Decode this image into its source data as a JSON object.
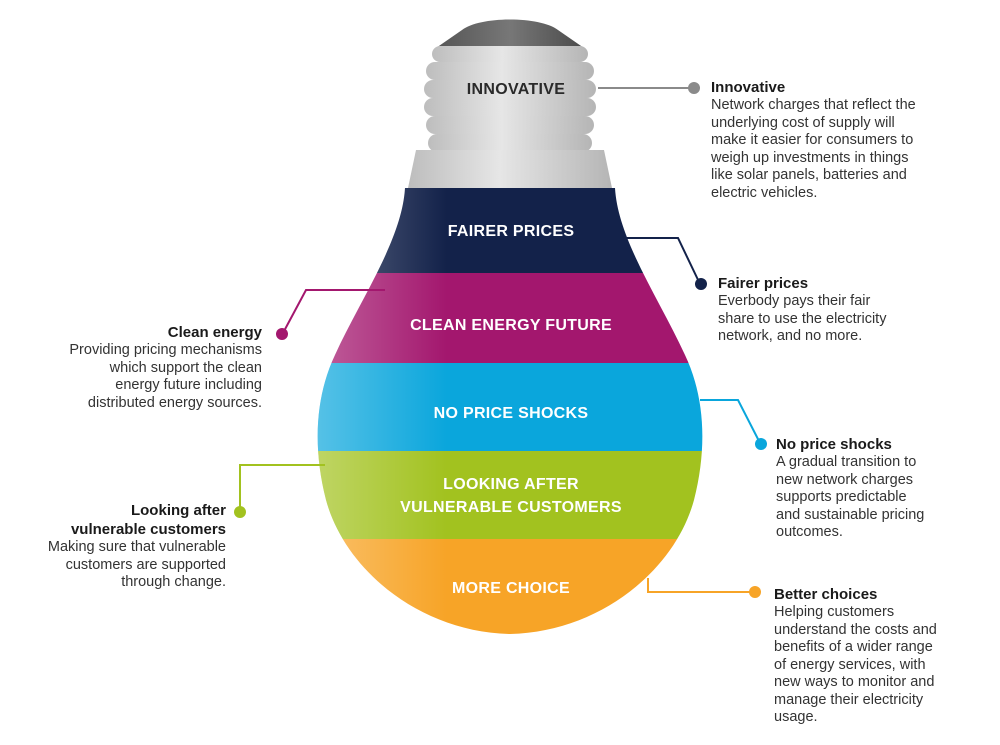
{
  "bulb": {
    "bands": [
      {
        "label_lines": [
          "INNOVATIVE"
        ],
        "color": "#c9c9c9"
      },
      {
        "label_lines": [
          "FAIRER PRICES"
        ],
        "color": "#13224a"
      },
      {
        "label_lines": [
          "CLEAN ENERGY FUTURE"
        ],
        "color": "#a3176e"
      },
      {
        "label_lines": [
          "NO PRICE SHOCKS"
        ],
        "color": "#0aa6dc"
      },
      {
        "label_lines": [
          "LOOKING AFTER",
          "VULNERABLE CUSTOMERS"
        ],
        "color": "#a2c21f"
      },
      {
        "label_lines": [
          "MORE CHOICE"
        ],
        "color": "#f7a427"
      }
    ]
  },
  "callouts": {
    "innovative": {
      "title": "Innovative",
      "lines": [
        "Network charges that reflect the",
        "underlying cost of supply will",
        "make it easier for consumers to",
        "weigh up investments in things",
        "like solar panels, batteries and",
        "electric vehicles."
      ],
      "color": "#8a8a8a"
    },
    "fairer": {
      "title": "Fairer prices",
      "lines": [
        "Everbody pays their fair",
        "share to use the electricity",
        "network, and no more."
      ],
      "color": "#13224a"
    },
    "clean": {
      "title": "Clean energy",
      "lines": [
        "Providing pricing mechanisms",
        "which support the clean",
        "energy future including",
        "distributed energy sources."
      ],
      "color": "#a3176e"
    },
    "shocks": {
      "title": "No price shocks",
      "lines": [
        "A gradual transition to",
        "new network charges",
        "supports predictable",
        "and sustainable pricing",
        "outcomes."
      ],
      "color": "#0aa6dc"
    },
    "vulnerable": {
      "title_lines": [
        "Looking after",
        "vulnerable customers"
      ],
      "lines": [
        "Making sure that vulnerable",
        "customers are supported",
        "through change."
      ],
      "color": "#a2c21f"
    },
    "choices": {
      "title": "Better choices",
      "lines": [
        "Helping customers",
        "understand the costs and",
        "benefits of a wider range",
        "of energy services, with",
        "new ways to monitor and",
        "manage their electricity",
        "usage."
      ],
      "color": "#f7a427"
    }
  }
}
